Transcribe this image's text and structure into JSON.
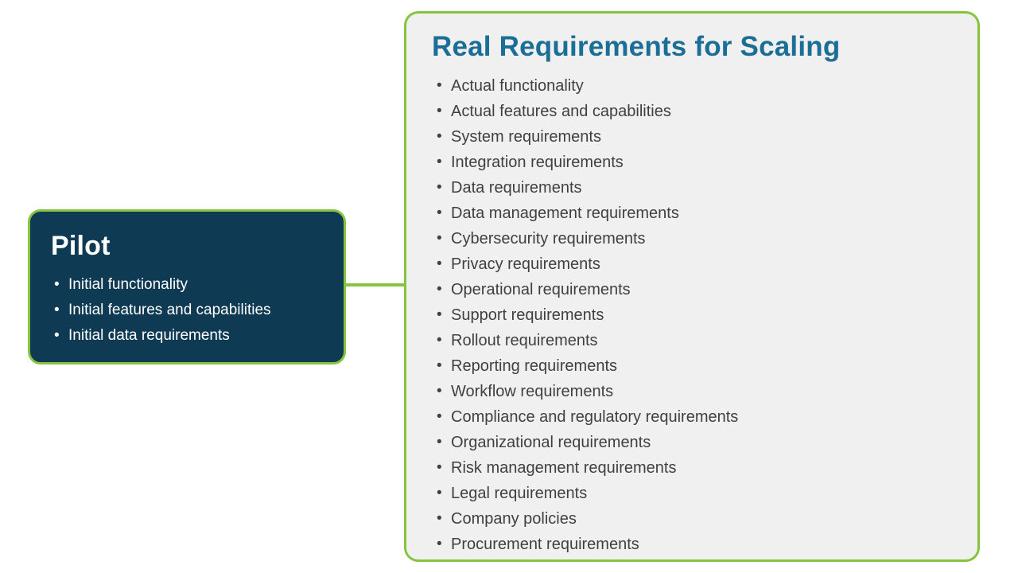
{
  "pilot": {
    "title": "Pilot",
    "items": [
      "Initial functionality",
      "Initial features and capabilities",
      "Initial data requirements"
    ]
  },
  "scaling": {
    "title": "Real Requirements for Scaling",
    "items": [
      "Actual functionality",
      "Actual features and capabilities",
      "System requirements",
      "Integration requirements",
      "Data requirements",
      "Data management requirements",
      "Cybersecurity requirements",
      "Privacy requirements",
      "Operational requirements",
      "Support requirements",
      "Rollout requirements",
      "Reporting requirements",
      "Workflow requirements",
      "Compliance and regulatory requirements",
      "Organizational requirements",
      "Risk management requirements",
      "Legal requirements",
      "Company policies",
      "Procurement requirements"
    ]
  },
  "colors": {
    "border_green": "#86c440",
    "pilot_bg": "#0e3a53",
    "scaling_title": "#1b6e96",
    "scaling_bg": "#f0f0f0",
    "body_text": "#404040"
  }
}
